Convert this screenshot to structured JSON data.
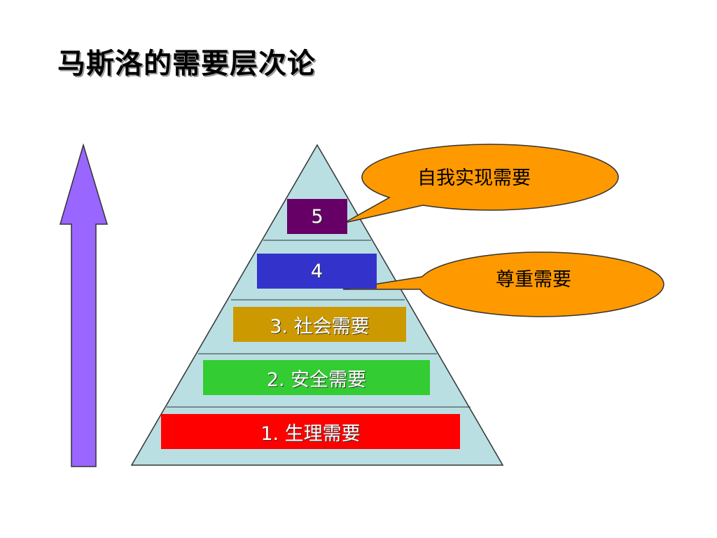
{
  "title": "马斯洛的需要层次论",
  "pyramid": {
    "levels": [
      {
        "label": "1. 生理需要",
        "color": "#ff0000"
      },
      {
        "label": "2.  安全需要",
        "color": "#33cc33"
      },
      {
        "label": "3.  社会需要",
        "color": "#cc9900"
      },
      {
        "label": "4",
        "color": "#3333cc"
      },
      {
        "label": "5",
        "color": "#660066"
      }
    ],
    "fill_color": "#b9dfe3"
  },
  "callouts": [
    {
      "label": "自我实现需要",
      "color": "#ff9900"
    },
    {
      "label": "尊重需要",
      "color": "#ff9900"
    }
  ],
  "arrow": {
    "color": "#9966ff",
    "direction": "up"
  }
}
